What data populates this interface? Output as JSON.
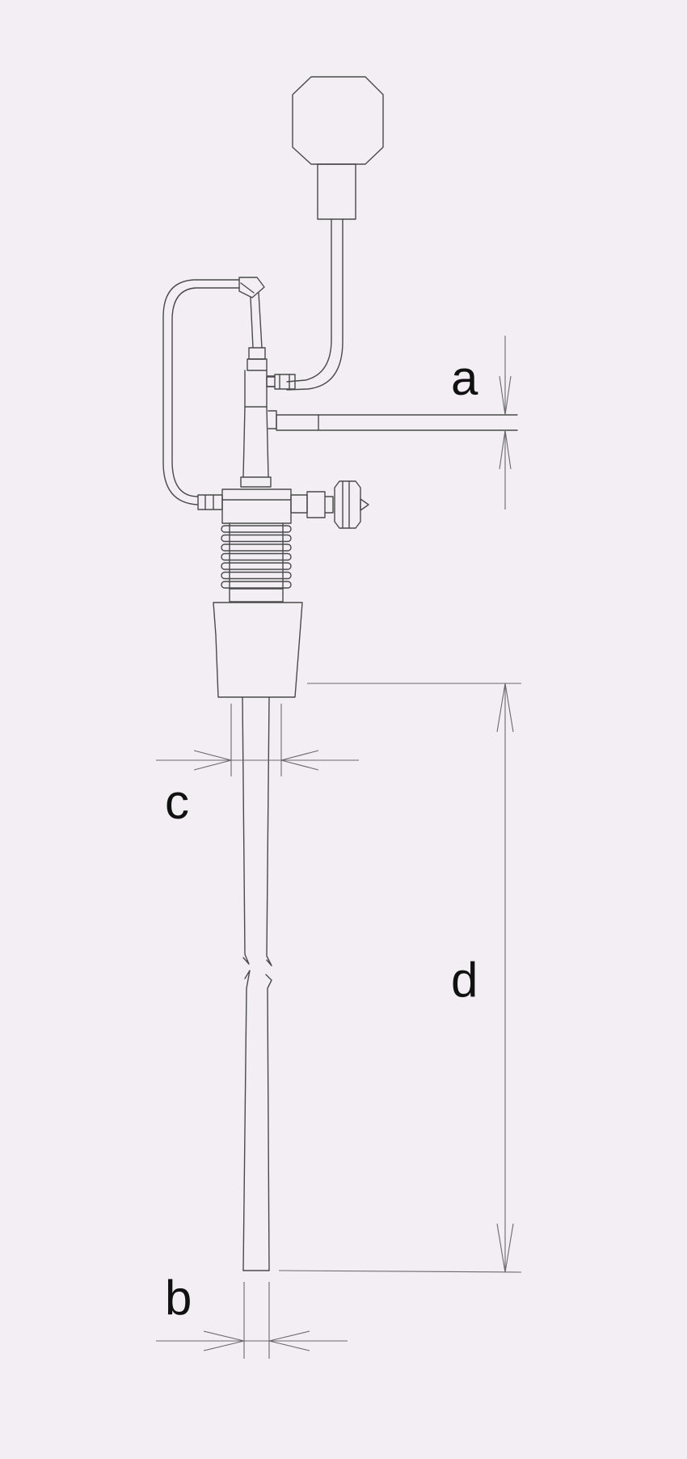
{
  "diagram": {
    "labels": {
      "a": "a",
      "b": "b",
      "c": "c",
      "d": "d"
    }
  },
  "colors": {
    "background": "#f2eef4",
    "line": "#4a4a4a",
    "label": "#111111"
  }
}
